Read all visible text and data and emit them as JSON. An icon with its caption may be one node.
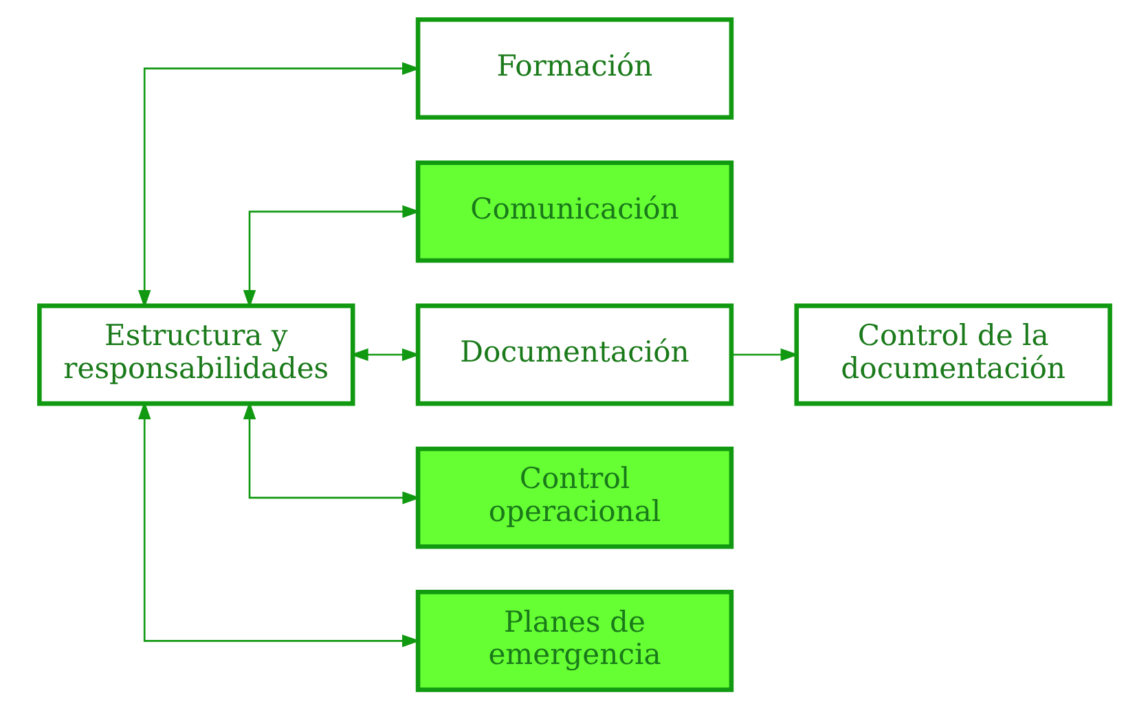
{
  "diagram": {
    "nodes": [
      {
        "text": [
          "Estructura y responsabilidades"
        ]
      },
      {
        "text": [
          "Formación"
        ]
      },
      {
        "text": [
          "Comunicación"
        ]
      },
      {
        "text": [
          "Documentación"
        ]
      },
      {
        "text": [
          "Control operacional"
        ]
      },
      {
        "text": [
          "Planes de emergencia"
        ]
      },
      {
        "text": [
          "Control de la documentación"
        ]
      }
    ],
    "edges": [
      {
        "from": 0,
        "to": 1,
        "arrow": "both"
      },
      {
        "from": 0,
        "to": 2,
        "arrow": "both"
      },
      {
        "from": 0,
        "to": 3,
        "arrow": "both"
      },
      {
        "from": 0,
        "to": 4,
        "arrow": "both"
      },
      {
        "from": 0,
        "to": 5,
        "arrow": "both"
      },
      {
        "from": 3,
        "to": 6,
        "arrow": "to"
      }
    ]
  }
}
